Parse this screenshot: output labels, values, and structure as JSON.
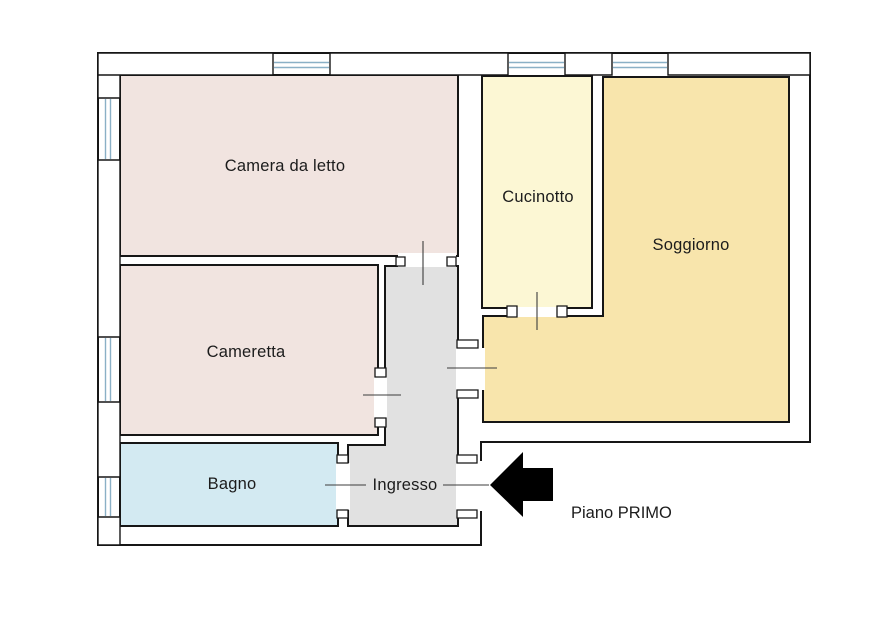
{
  "floorplan": {
    "floor_label": "Piano PRIMO",
    "rooms": [
      {
        "id": "camera-da-letto",
        "label": "Camera da letto",
        "color": "#f1e4e0"
      },
      {
        "id": "cameretta",
        "label": "Cameretta",
        "color": "#f1e4e0"
      },
      {
        "id": "cucinotto",
        "label": "Cucinotto",
        "color": "#fcf7d4"
      },
      {
        "id": "soggiorno",
        "label": "Soggiorno",
        "color": "#f8e5ac"
      },
      {
        "id": "bagno",
        "label": "Bagno",
        "color": "#d3eaf2"
      },
      {
        "id": "ingresso",
        "label": "Ingresso",
        "color": "#e1e1e1"
      }
    ],
    "colors": {
      "wall_outline": "#161616",
      "window_glass": "#8ab0c6",
      "door_tick": "#3c3c3c",
      "entrance_arrow": "#000000"
    }
  }
}
